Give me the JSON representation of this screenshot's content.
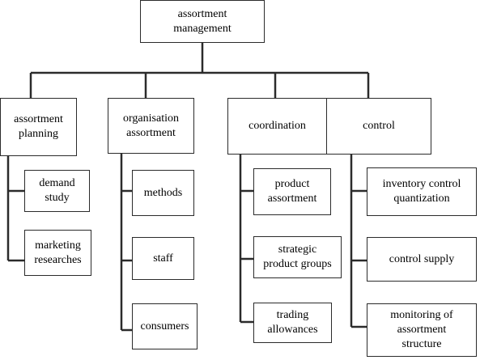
{
  "root": {
    "label": "assortment\nmanagement"
  },
  "columns": [
    {
      "header": "assortment\nplanning",
      "items": [
        "demand\nstudy",
        "marketing\nresearches"
      ]
    },
    {
      "header": "organisation\nassortment",
      "items": [
        "methods",
        "staff",
        "consumers"
      ]
    },
    {
      "header": "coordination",
      "items": [
        "product\nassortment",
        "strategic\nproduct groups",
        "trading\nallowances"
      ]
    },
    {
      "header": "control",
      "items": [
        "inventory control\nquantization",
        "control supply",
        "monitoring of\nassortment\nstructure"
      ]
    }
  ]
}
